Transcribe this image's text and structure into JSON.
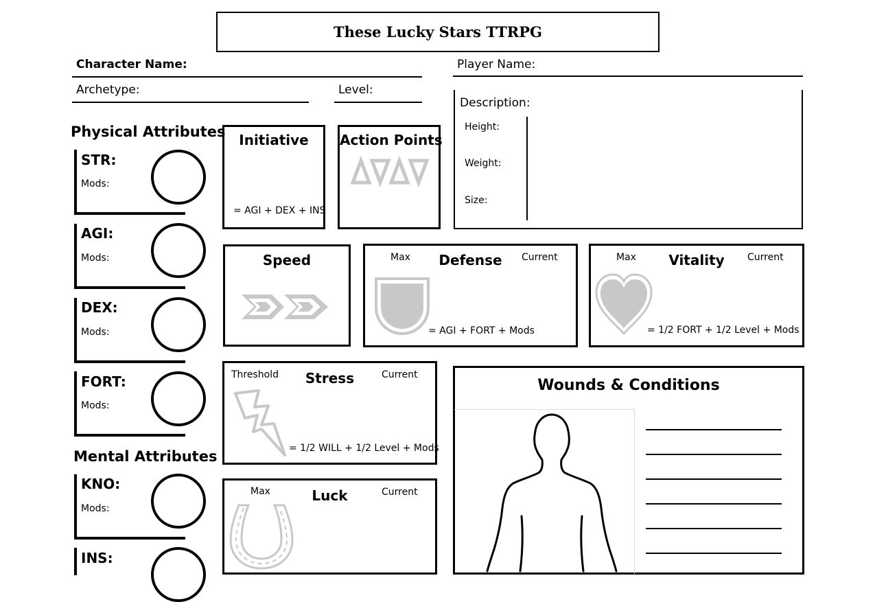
{
  "title": "These Lucky Stars TTRPG",
  "header": {
    "character_name_label": "Character Name:",
    "player_name_label": "Player Name:",
    "archetype_label": "Archetype:",
    "level_label": "Level:"
  },
  "description": {
    "label": "Description:",
    "height_label": "Height:",
    "weight_label": "Weight:",
    "size_label": "Size:"
  },
  "physical_attributes": {
    "heading": "Physical Attributes",
    "items": [
      {
        "abbr": "STR:",
        "mods": "Mods:"
      },
      {
        "abbr": "AGI:",
        "mods": "Mods:"
      },
      {
        "abbr": "DEX:",
        "mods": "Mods:"
      },
      {
        "abbr": "FORT:",
        "mods": "Mods:"
      }
    ]
  },
  "mental_attributes": {
    "heading": "Mental Attributes",
    "items": [
      {
        "abbr": "KNO:",
        "mods": "Mods:"
      },
      {
        "abbr": "INS:",
        "mods": ""
      }
    ]
  },
  "initiative": {
    "title": "Initiative",
    "formula": "= AGI + DEX + INS"
  },
  "action_points": {
    "title": "Action Points"
  },
  "speed": {
    "title": "Speed"
  },
  "defense": {
    "title": "Defense",
    "max": "Max",
    "current": "Current",
    "formula": "= AGI + FORT  + Mods"
  },
  "vitality": {
    "title": "Vitality",
    "max": "Max",
    "current": "Current",
    "formula": "= 1/2 FORT + 1/2 Level + Mods"
  },
  "stress": {
    "title": "Stress",
    "threshold": "Threshold",
    "current": "Current",
    "formula": "= 1/2 WILL + 1/2 Level + Mods"
  },
  "luck": {
    "title": "Luck",
    "max": "Max",
    "current": "Current"
  },
  "wounds": {
    "title": "Wounds & Conditions"
  },
  "icons": {
    "action_points": "triangle-icons",
    "speed": "chevron-arrows-icon",
    "defense": "shield-icon",
    "vitality": "heart-icon",
    "stress": "lightning-bolt-icon",
    "luck": "horseshoe-icon",
    "body": "body-silhouette-icon"
  },
  "colors": {
    "icon_gray": "#c8c8c8",
    "border": "#000000"
  }
}
